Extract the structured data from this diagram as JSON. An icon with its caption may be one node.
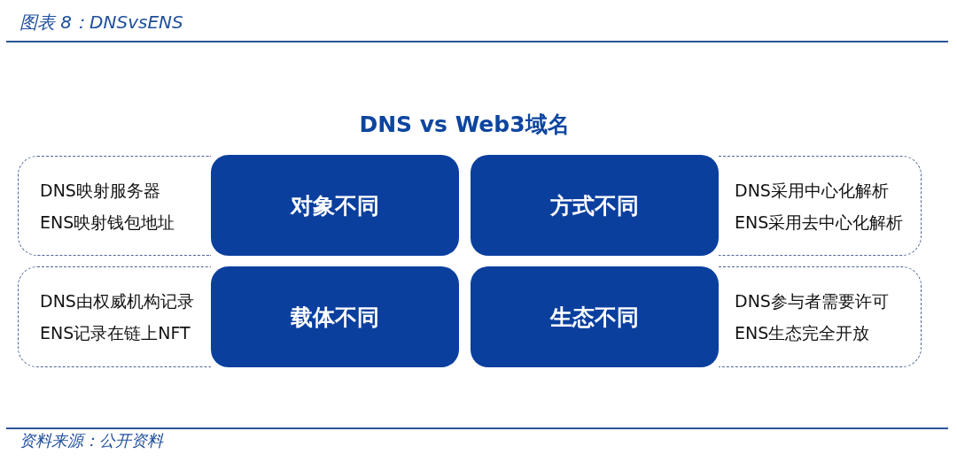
{
  "diagram": {
    "title": "图表 8：DNSvsENS",
    "caption": "资料来源：公开资料",
    "labels": [
      "DNS vs Web3域名"
    ],
    "nodes": [
      {
        "text": [
          "DNS映射服务器",
          "ENS映射钱包地址"
        ]
      },
      {
        "text": [
          "对象不同"
        ]
      },
      {
        "text": [
          "方式不同"
        ]
      },
      {
        "text": [
          "DNS采用中心化解析",
          "ENS采用去中心化解析"
        ]
      },
      {
        "text": [
          "DNS由权威机构记录",
          "ENS记录在链上NFT"
        ]
      },
      {
        "text": [
          "载体不同"
        ]
      },
      {
        "text": [
          "生态不同"
        ]
      },
      {
        "text": [
          "DNS参与者需要许可",
          "ENS生态完全开放"
        ]
      }
    ]
  }
}
